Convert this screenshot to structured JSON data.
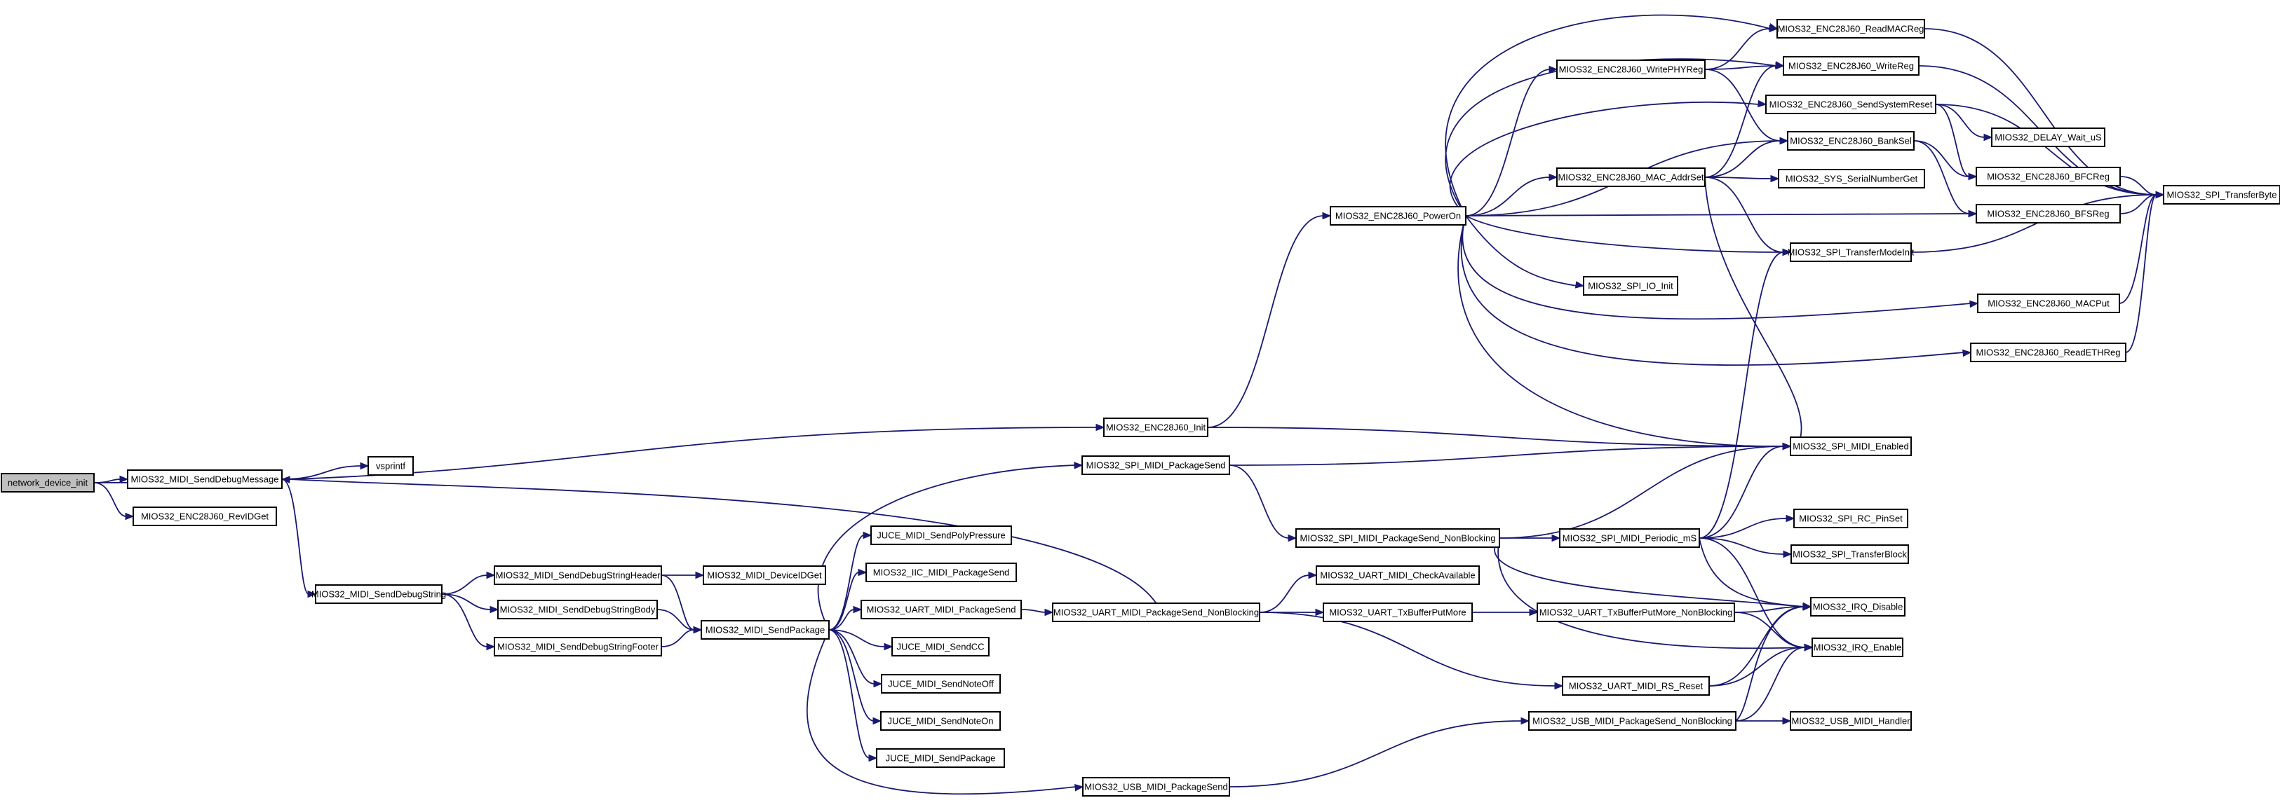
{
  "nodes": [
    {
      "id": "n0",
      "label": "network_device_init",
      "root": true
    },
    {
      "id": "n1",
      "label": "MIOS32_ENC28J60_Init"
    },
    {
      "id": "n2",
      "label": "MIOS32_MIDI_SendDebugMessage"
    },
    {
      "id": "n3",
      "label": "MIOS32_ENC28J60_RevIDGet"
    },
    {
      "id": "n4",
      "label": "MIOS32_ENC28J60_PowerOn"
    },
    {
      "id": "n5",
      "label": "MIOS32_SPI_MIDI_Enabled"
    },
    {
      "id": "n6",
      "label": "vsprintf"
    },
    {
      "id": "n7",
      "label": "MIOS32_MIDI_SendDebugString"
    },
    {
      "id": "n8",
      "label": "MIOS32_MIDI_SendDebugStringHeader"
    },
    {
      "id": "n9",
      "label": "MIOS32_MIDI_SendDebugStringBody"
    },
    {
      "id": "n10",
      "label": "MIOS32_MIDI_SendDebugStringFooter"
    },
    {
      "id": "n11",
      "label": "MIOS32_MIDI_DeviceIDGet"
    },
    {
      "id": "n12",
      "label": "MIOS32_MIDI_SendPackage"
    },
    {
      "id": "n13",
      "label": "JUCE_MIDI_SendPolyPressure"
    },
    {
      "id": "n14",
      "label": "MIOS32_IIC_MIDI_PackageSend"
    },
    {
      "id": "n15",
      "label": "MIOS32_UART_MIDI_PackageSend"
    },
    {
      "id": "n16",
      "label": "JUCE_MIDI_SendCC"
    },
    {
      "id": "n17",
      "label": "JUCE_MIDI_SendNoteOff"
    },
    {
      "id": "n18",
      "label": "JUCE_MIDI_SendNoteOn"
    },
    {
      "id": "n19",
      "label": "JUCE_MIDI_SendPackage"
    },
    {
      "id": "n20",
      "label": "MIOS32_SPI_MIDI_PackageSend"
    },
    {
      "id": "n21",
      "label": "MIOS32_UART_MIDI_PackageSend_NonBlocking"
    },
    {
      "id": "n22",
      "label": "MIOS32_USB_MIDI_PackageSend"
    },
    {
      "id": "n23",
      "label": "MIOS32_SPI_MIDI_PackageSend_NonBlocking"
    },
    {
      "id": "n24",
      "label": "MIOS32_UART_MIDI_CheckAvailable"
    },
    {
      "id": "n25",
      "label": "MIOS32_UART_TxBufferPutMore"
    },
    {
      "id": "n26",
      "label": "MIOS32_UART_TxBufferPutMore_NonBlocking"
    },
    {
      "id": "n27",
      "label": "MIOS32_UART_MIDI_RS_Reset"
    },
    {
      "id": "n28",
      "label": "MIOS32_USB_MIDI_PackageSend_NonBlocking"
    },
    {
      "id": "n29",
      "label": "MIOS32_SPI_MIDI_Periodic_mS"
    },
    {
      "id": "n30",
      "label": "MIOS32_IRQ_Disable"
    },
    {
      "id": "n31",
      "label": "MIOS32_IRQ_Enable"
    },
    {
      "id": "n32",
      "label": "MIOS32_USB_MIDI_Handler"
    },
    {
      "id": "n33",
      "label": "MIOS32_SPI_RC_PinSet"
    },
    {
      "id": "n34",
      "label": "MIOS32_SPI_TransferBlock"
    },
    {
      "id": "n35",
      "label": "MIOS32_SPI_TransferModeInit"
    },
    {
      "id": "n36",
      "label": "MIOS32_ENC28J60_ReadMACReg"
    },
    {
      "id": "n37",
      "label": "MIOS32_ENC28J60_WritePHYReg"
    },
    {
      "id": "n38",
      "label": "MIOS32_ENC28J60_WriteReg"
    },
    {
      "id": "n39",
      "label": "MIOS32_ENC28J60_SendSystemReset"
    },
    {
      "id": "n40",
      "label": "MIOS32_DELAY_Wait_uS"
    },
    {
      "id": "n41",
      "label": "MIOS32_ENC28J60_BankSel"
    },
    {
      "id": "n42",
      "label": "MIOS32_ENC28J60_MAC_AddrSet"
    },
    {
      "id": "n43",
      "label": "MIOS32_SYS_SerialNumberGet"
    },
    {
      "id": "n44",
      "label": "MIOS32_ENC28J60_BFCReg"
    },
    {
      "id": "n45",
      "label": "MIOS32_ENC28J60_BFSReg"
    },
    {
      "id": "n46",
      "label": "MIOS32_SPI_TransferByte"
    },
    {
      "id": "n47",
      "label": "MIOS32_SPI_IO_Init"
    },
    {
      "id": "n48",
      "label": "MIOS32_ENC28J60_MACPut"
    },
    {
      "id": "n49",
      "label": "MIOS32_ENC28J60_ReadETHReg"
    }
  ],
  "edges": [
    [
      "n0",
      "n1"
    ],
    [
      "n0",
      "n2"
    ],
    [
      "n0",
      "n3"
    ],
    [
      "n1",
      "n4"
    ],
    [
      "n1",
      "n5"
    ],
    [
      "n2",
      "n6"
    ],
    [
      "n2",
      "n7"
    ],
    [
      "n7",
      "n8"
    ],
    [
      "n7",
      "n9"
    ],
    [
      "n7",
      "n10"
    ],
    [
      "n8",
      "n11"
    ],
    [
      "n8",
      "n12"
    ],
    [
      "n9",
      "n12"
    ],
    [
      "n10",
      "n12"
    ],
    [
      "n12",
      "n13"
    ],
    [
      "n12",
      "n14"
    ],
    [
      "n12",
      "n15"
    ],
    [
      "n12",
      "n16"
    ],
    [
      "n12",
      "n17"
    ],
    [
      "n12",
      "n18"
    ],
    [
      "n12",
      "n19"
    ],
    [
      "n12",
      "n20"
    ],
    [
      "n12",
      "n22"
    ],
    [
      "n15",
      "n21"
    ],
    [
      "n21",
      "n24"
    ],
    [
      "n21",
      "n25"
    ],
    [
      "n21",
      "n27"
    ],
    [
      "n21",
      "n2"
    ],
    [
      "n25",
      "n26"
    ],
    [
      "n26",
      "n30"
    ],
    [
      "n26",
      "n31"
    ],
    [
      "n27",
      "n30"
    ],
    [
      "n27",
      "n31"
    ],
    [
      "n22",
      "n28"
    ],
    [
      "n28",
      "n30"
    ],
    [
      "n28",
      "n31"
    ],
    [
      "n28",
      "n32"
    ],
    [
      "n20",
      "n5"
    ],
    [
      "n20",
      "n23"
    ],
    [
      "n23",
      "n5"
    ],
    [
      "n23",
      "n29"
    ],
    [
      "n23",
      "n30"
    ],
    [
      "n23",
      "n31"
    ],
    [
      "n29",
      "n5"
    ],
    [
      "n29",
      "n33"
    ],
    [
      "n29",
      "n34"
    ],
    [
      "n29",
      "n35"
    ],
    [
      "n29",
      "n30"
    ],
    [
      "n29",
      "n31"
    ],
    [
      "n4",
      "n36"
    ],
    [
      "n4",
      "n37"
    ],
    [
      "n4",
      "n38"
    ],
    [
      "n4",
      "n39"
    ],
    [
      "n4",
      "n41"
    ],
    [
      "n4",
      "n42"
    ],
    [
      "n4",
      "n45"
    ],
    [
      "n4",
      "n35"
    ],
    [
      "n4",
      "n47"
    ],
    [
      "n4",
      "n48"
    ],
    [
      "n4",
      "n49"
    ],
    [
      "n4",
      "n5"
    ],
    [
      "n37",
      "n36"
    ],
    [
      "n37",
      "n38"
    ],
    [
      "n37",
      "n41"
    ],
    [
      "n42",
      "n38"
    ],
    [
      "n42",
      "n41"
    ],
    [
      "n42",
      "n43"
    ],
    [
      "n42",
      "n35"
    ],
    [
      "n42",
      "n5"
    ],
    [
      "n39",
      "n40"
    ],
    [
      "n39",
      "n44"
    ],
    [
      "n39",
      "n46"
    ],
    [
      "n41",
      "n44"
    ],
    [
      "n41",
      "n45"
    ],
    [
      "n36",
      "n46"
    ],
    [
      "n38",
      "n46"
    ],
    [
      "n44",
      "n46"
    ],
    [
      "n45",
      "n46"
    ],
    [
      "n35",
      "n46"
    ],
    [
      "n48",
      "n46"
    ],
    [
      "n49",
      "n46"
    ]
  ],
  "colors": {
    "edge": "#191970",
    "root_fill": "#bfbfbf",
    "node_fill": "#ffffff",
    "node_stroke": "#000000"
  }
}
